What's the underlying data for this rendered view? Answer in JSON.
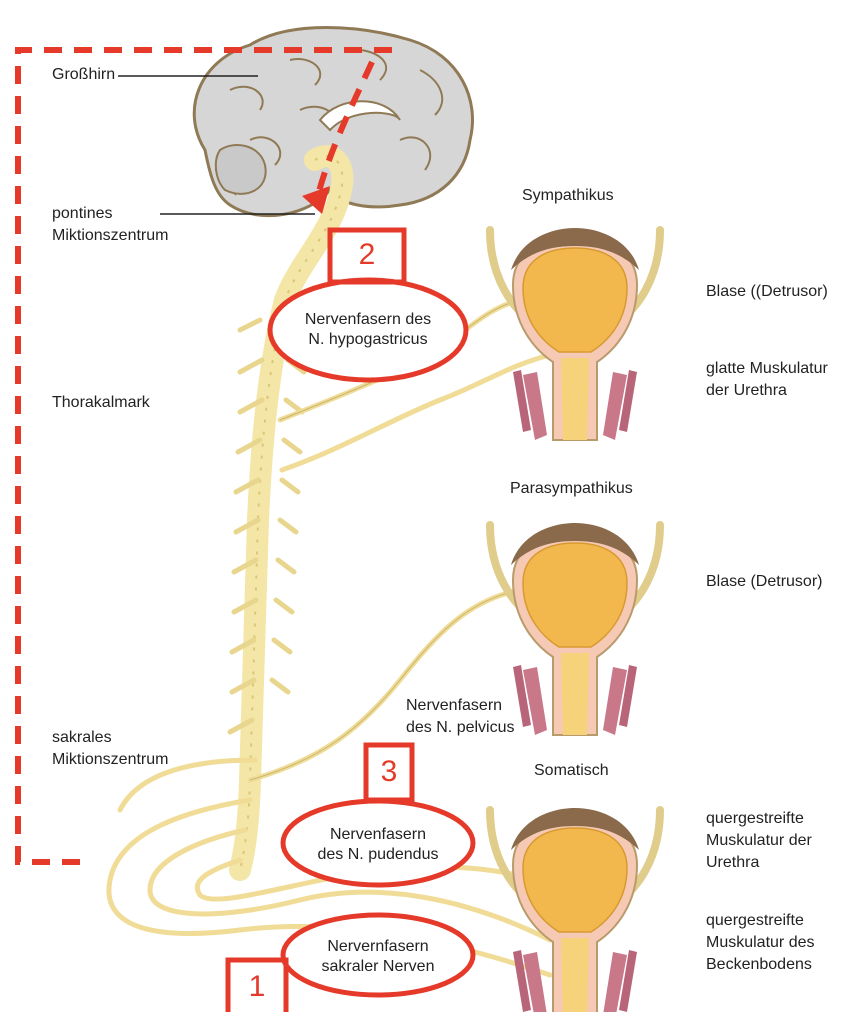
{
  "labels": {
    "grosshirn": "Großhirn",
    "pontines": "pontines\nMiktionszentrum",
    "thorakal": "Thorakalmark",
    "sakrales": "sakrales\nMiktionszentrum",
    "pelvicus": "Nervenfasern\ndes N. pelvicus"
  },
  "sections": {
    "sympathikus": "Sympathikus",
    "parasympathikus": "Parasympathikus",
    "somatisch": "Somatisch"
  },
  "organ_labels": {
    "blase1": "Blase ((Detrusor)",
    "glatte": "glatte Muskulatur\nder Urethra",
    "blase2": "Blase (Detrusor)",
    "quer_urethra": "quergestreifte\nMuskulatur der\nUrethra",
    "quer_becken": "quergestreifte\nMuskulatur des\nBeckenbodens"
  },
  "callouts": {
    "hypogastricus": "Nervenfasern des\nN. hypogastricus",
    "pudendus": "Nervenfasern\ndes N. pudendus",
    "sakral": "Nervernfasern\nsakraler Nerven"
  },
  "markers": {
    "m1": "1",
    "m2": "2",
    "m3": "3"
  },
  "colors": {
    "annotation_red": "#e53a2a",
    "nerve": "#f4e6a6",
    "bladder": "#f3c05a"
  }
}
